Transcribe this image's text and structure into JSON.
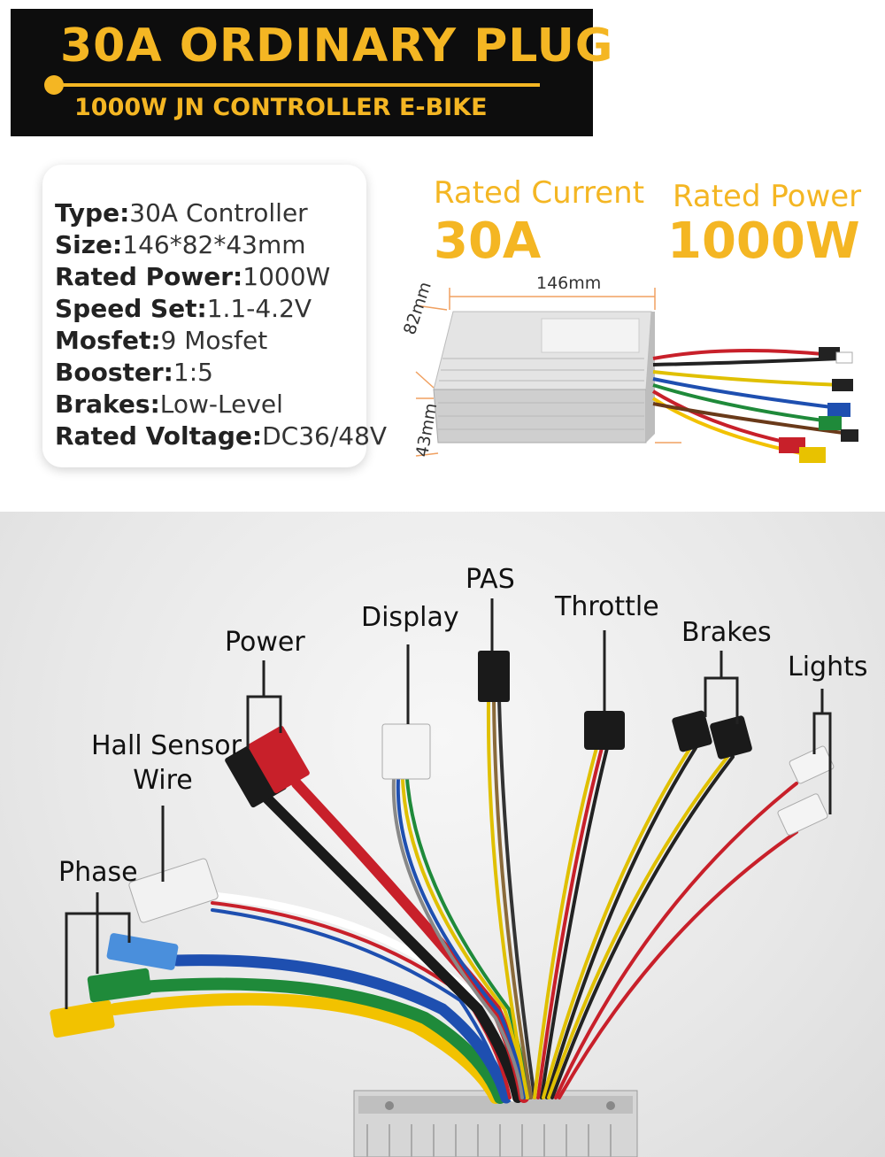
{
  "banner": {
    "title": "30A ORDINARY PLUG",
    "subtitle": "1000W JN CONTROLLER E-BIKE"
  },
  "specs": [
    {
      "key": "Type:",
      "value": "30A Controller"
    },
    {
      "key": "Size:",
      "value": "146*82*43mm"
    },
    {
      "key": "Rated Power:",
      "value": "1000W"
    },
    {
      "key": "Speed Set:",
      "value": "1.1-4.2V"
    },
    {
      "key": "Mosfet:",
      "value": "9 Mosfet"
    },
    {
      "key": "Booster:",
      "value": "1:5"
    },
    {
      "key": "Brakes:",
      "value": "Low-Level"
    },
    {
      "key": "Rated Voltage:",
      "value": "DC36/48V"
    }
  ],
  "rated": {
    "current_label": "Rated Current",
    "current_value": "30A",
    "power_label": "Rated Power",
    "power_value": "1000W"
  },
  "dimensions": {
    "length": "146mm",
    "width": "82mm",
    "height": "43mm"
  },
  "wires": {
    "pas": "PAS",
    "display": "Display",
    "throttle": "Throttle",
    "power": "Power",
    "brakes": "Brakes",
    "lights": "Lights",
    "hall_line1": "Hall Sensor",
    "hall_line2": "Wire",
    "phase": "Phase"
  },
  "colors": {
    "accent": "#f4b623",
    "banner_bg": "#0d0d0d",
    "phase_yellow": "#f2c200",
    "phase_green": "#1f8a3a",
    "phase_blue": "#1e4fb0",
    "power_red": "#c8202a",
    "power_black": "#1a1a1a"
  }
}
